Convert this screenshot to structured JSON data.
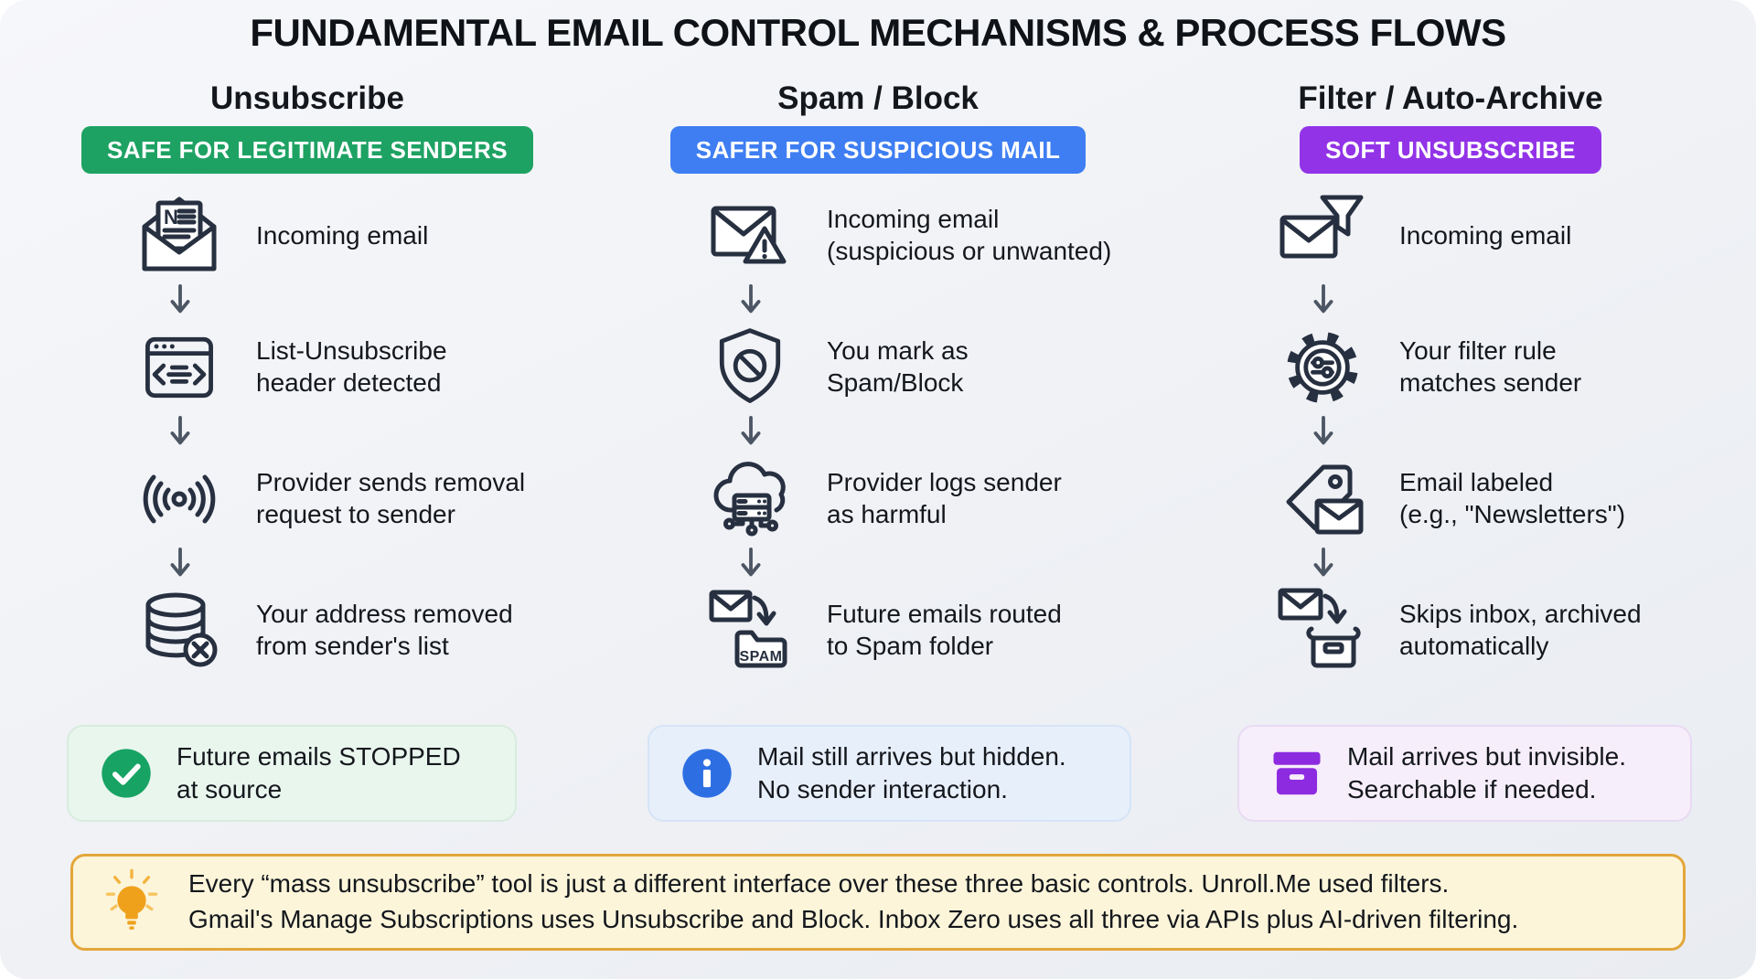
{
  "title": "FUNDAMENTAL EMAIL CONTROL MECHANISMS & PROCESS FLOWS",
  "columns": [
    {
      "header": "Unsubscribe",
      "badge": "SAFE FOR LEGITIMATE SENDERS",
      "badge_color": "#1ea263",
      "steps": [
        {
          "icon": "newsletter-envelope-icon",
          "text": "Incoming email"
        },
        {
          "icon": "code-window-icon",
          "text": "List-Unsubscribe\nheader detected"
        },
        {
          "icon": "broadcast-signal-icon",
          "text": "Provider sends removal\nrequest to sender"
        },
        {
          "icon": "database-removed-icon",
          "text": "Your address removed\nfrom sender's list"
        }
      ],
      "summary": {
        "icon": "check-circle-icon",
        "accent": "#17a364",
        "bg": "#e9f6ee",
        "text": "Future emails STOPPED\nat source"
      }
    },
    {
      "header": "Spam / Block",
      "badge": "SAFER FOR SUSPICIOUS MAIL",
      "badge_color": "#3e7ef2",
      "steps": [
        {
          "icon": "suspicious-email-icon",
          "text": "Incoming email\n(suspicious or unwanted)"
        },
        {
          "icon": "shield-block-icon",
          "text": "You mark as\nSpam/Block"
        },
        {
          "icon": "cloud-server-icon",
          "text": "Provider logs sender\nas harmful"
        },
        {
          "icon": "spam-folder-icon",
          "text": "Future emails routed\nto Spam folder"
        }
      ],
      "summary": {
        "icon": "info-circle-icon",
        "accent": "#2d6fe3",
        "bg": "#e7effb",
        "text": "Mail still arrives but hidden.\nNo sender interaction."
      }
    },
    {
      "header": "Filter / Auto-Archive",
      "badge": "SOFT UNSUBSCRIBE",
      "badge_color": "#9233e8",
      "steps": [
        {
          "icon": "email-filter-icon",
          "text": "Incoming email"
        },
        {
          "icon": "filter-gear-icon",
          "text": "Your filter rule\nmatches sender"
        },
        {
          "icon": "label-tag-icon",
          "text": "Email labeled\n(e.g., \"Newsletters\")"
        },
        {
          "icon": "auto-archive-icon",
          "text": "Skips inbox, archived\nautomatically"
        }
      ],
      "summary": {
        "icon": "archive-box-icon",
        "accent": "#8d2be0",
        "bg": "#f6eefa",
        "text": "Mail arrives but invisible.\nSearchable if needed."
      }
    }
  ],
  "note": {
    "icon": "lightbulb-icon",
    "text": "Every “mass unsubscribe” tool is just a different interface over these three basic controls. Unroll.Me used filters.\nGmail's Manage Subscriptions uses Unsubscribe and Block. Inbox Zero uses all three via APIs plus AI-driven filtering.",
    "bg": "#fcf5da",
    "border": "#e3a63a",
    "bulb_color": "#f0a11c"
  },
  "colors": {
    "canvas_bg": "#eff1f5",
    "icon_stroke": "#273040",
    "arrow": "#4c5563",
    "text": "#14171c"
  }
}
